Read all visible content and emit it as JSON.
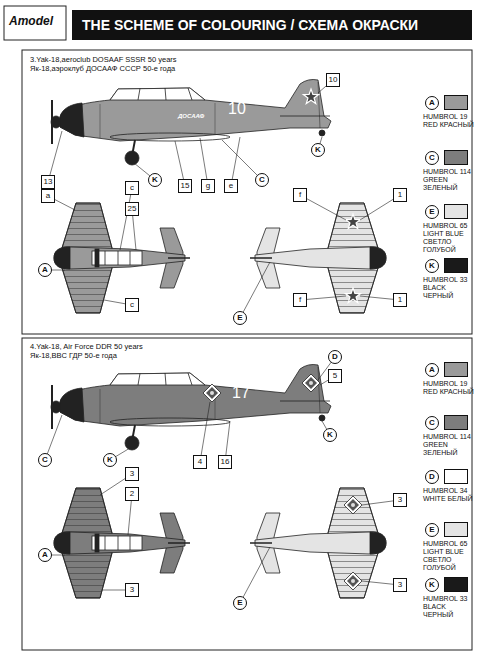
{
  "diagram": {
    "title": "THE SCHEME OF COLOURING / СХЕМА ОКРАСКИ",
    "nodes": [
      {
        "text": [
          "10"
        ]
      },
      {
        "text": [
          "K"
        ]
      },
      {
        "text": [
          "13"
        ]
      },
      {
        "text": [
          "K"
        ]
      },
      {
        "text": [
          "C"
        ]
      },
      {
        "text": [
          "15"
        ]
      },
      {
        "text": [
          "g"
        ]
      },
      {
        "text": [
          "e"
        ]
      },
      {
        "text": [
          "c"
        ]
      },
      {
        "text": [
          "a"
        ]
      },
      {
        "text": [
          "25"
        ]
      },
      {
        "text": [
          "A"
        ]
      },
      {
        "text": [
          "c"
        ]
      },
      {
        "text": [
          "f"
        ]
      },
      {
        "text": [
          "1"
        ]
      },
      {
        "text": [
          "f"
        ]
      },
      {
        "text": [
          "1"
        ]
      },
      {
        "text": [
          "E"
        ]
      },
      {
        "text": [
          "A"
        ]
      },
      {
        "text": [
          "C"
        ]
      },
      {
        "text": [
          "E"
        ]
      },
      {
        "text": [
          "K"
        ]
      },
      {
        "text": [
          "D"
        ]
      },
      {
        "text": [
          "5"
        ]
      },
      {
        "text": [
          "K"
        ]
      },
      {
        "text": [
          "C"
        ]
      },
      {
        "text": [
          "K"
        ]
      },
      {
        "text": [
          "4"
        ]
      },
      {
        "text": [
          "16"
        ]
      },
      {
        "text": [
          "3"
        ]
      },
      {
        "text": [
          "2"
        ]
      },
      {
        "text": [
          "A"
        ]
      },
      {
        "text": [
          "3"
        ]
      },
      {
        "text": [
          "3"
        ]
      },
      {
        "text": [
          "3"
        ]
      },
      {
        "text": [
          "E"
        ]
      },
      {
        "text": [
          "A"
        ]
      },
      {
        "text": [
          "C"
        ]
      },
      {
        "text": [
          "D"
        ]
      },
      {
        "text": [
          "E"
        ]
      },
      {
        "text": [
          "K"
        ]
      }
    ],
    "labels": [
      "Amodel",
      "3.Yak-18,aeroclub DOSAAF SSSR 50 years",
      "Як-18,аэроклуб ДОСААФ СССР 50-е года",
      "ДОСААФ",
      "10",
      "4.Yak-18, Air Force DDR 50 years",
      "Як-18,ВВС ГДР 50-е года",
      "17"
    ],
    "legend": [
      {
        "text": "HUMBROL 19 RED КРАСНЫЙ",
        "color": "#9a9a9a"
      },
      {
        "text": "HUMBROL 114 GREEN ЗЕЛЕНЫЙ",
        "color": "#7d7d7d"
      },
      {
        "text": "HUMBROL 65 LIGHT BLUE СВЕТЛО ГОЛУБОЙ",
        "color": "#e4e4e4"
      },
      {
        "text": "HUMBROL 33 BLACK ЧЕРНЫЙ",
        "color": "#1a1a1a"
      },
      {
        "text": "HUMBROL 19 RED КРАСНЫЙ",
        "color": "#9a9a9a"
      },
      {
        "text": "HUMBROL 114 GREEN ЗЕЛЕНЫЙ",
        "color": "#7d7d7d"
      },
      {
        "text": "HUMBROL 34 WHITE БЕЛЫЙ",
        "color": "#ffffff"
      },
      {
        "text": "HUMBROL 65 LIGHT BLUE СВЕТЛО ГОЛУБОЙ",
        "color": "#e4e4e4"
      },
      {
        "text": "HUMBROL 33 BLACK ЧЕРНЫЙ",
        "color": "#1a1a1a"
      }
    ]
  }
}
